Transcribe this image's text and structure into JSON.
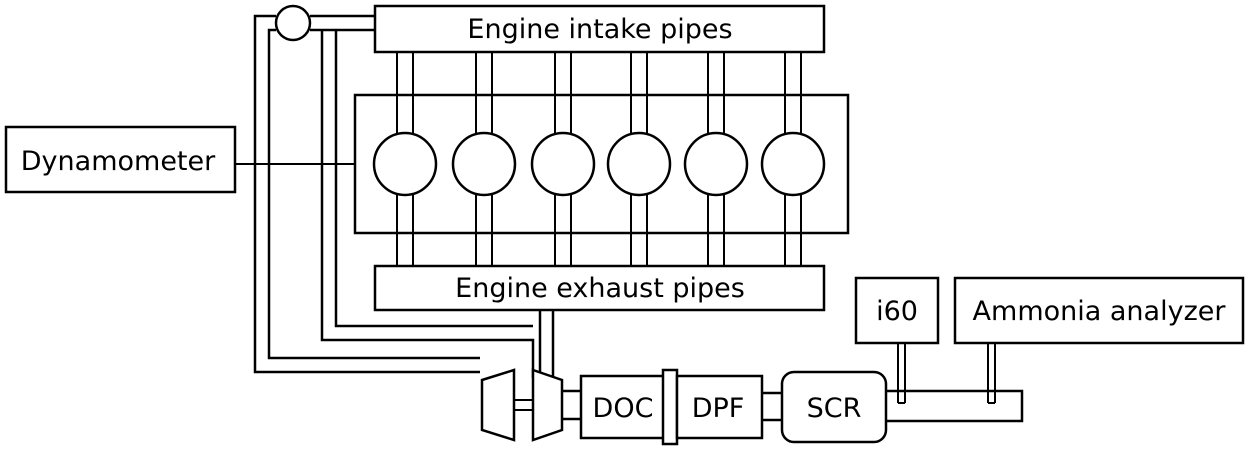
{
  "labels": {
    "dynamometer": "Dynamometer",
    "intake": "Engine intake pipes",
    "exhaust": "Engine exhaust pipes",
    "doc": "DOC",
    "dpf": "DPF",
    "scr": "SCR",
    "i60": "i60",
    "ammonia": "Ammonia analyzer"
  }
}
